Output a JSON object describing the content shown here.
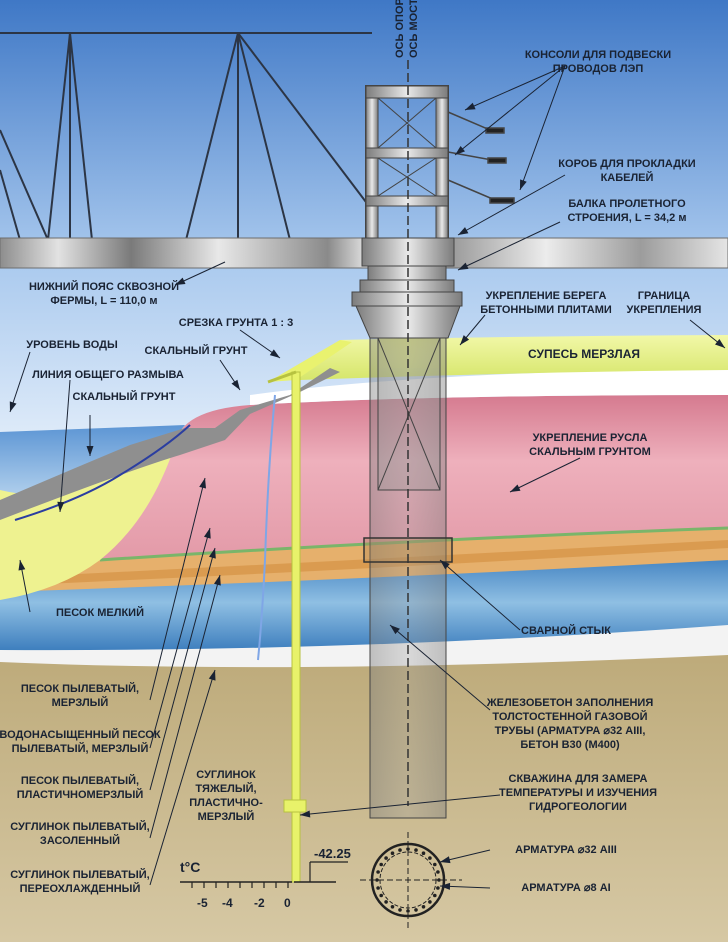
{
  "axis_labels": {
    "support_axis": "ОСЬ ОПОРЫ",
    "bridge_axis": "ОСЬ МОСТА"
  },
  "labels": {
    "consoles": [
      "КОНСОЛИ ДЛЯ ПОДВЕСКИ",
      "ПРОВОДОВ ЛЭП"
    ],
    "cable_box": [
      "КОРОБ ДЛЯ ПРОКЛАДКИ",
      "КАБЕЛЕЙ"
    ],
    "span_beam": [
      "БАЛКА ПРОЛЕТНОГО",
      "СТРОЕНИЯ, L = 34,2 м"
    ],
    "truss_chord": [
      "НИЖНИЙ ПОЯС СКВОЗНОЙ",
      "ФЕРМЫ, L = 110,0 м"
    ],
    "bank_protection": [
      "УКРЕПЛЕНИЕ БЕРЕГА",
      "БЕТОННЫМИ ПЛИТАМИ"
    ],
    "protection_border": [
      "ГРАНИЦА",
      "УКРЕПЛЕНИЯ"
    ],
    "soil_cut": "СРЕЗКА ГРУНТА 1 : 3",
    "water_level": "УРОВЕНЬ ВОДЫ",
    "rock_soil_1": "СКАЛЬНЫЙ ГРУНТ",
    "scour_line": "ЛИНИЯ ОБЩЕГО РАЗМЫВА",
    "rock_soil_2": "СКАЛЬНЫЙ ГРУНТ",
    "frozen_sandy_loam": "СУПЕСЬ МЕРЗЛАЯ",
    "channel_protection": [
      "УКРЕПЛЕНИЕ РУСЛА",
      "СКАЛЬНЫМ ГРУНТОМ"
    ],
    "fine_sand": "ПЕСОК МЕЛКИЙ",
    "welded_joint": "СВАРНОЙ СТЫК",
    "silty_frozen_sand": [
      "ПЕСОК ПЫЛЕВАТЫЙ,",
      "МЕРЗЛЫЙ"
    ],
    "saturated_sand": [
      "ВОДОНАСЫЩЕННЫЙ ПЕСОК",
      "ПЫЛЕВАТЫЙ, МЕРЗЛЫЙ"
    ],
    "plastic_frozen_sand": [
      "ПЕСОК ПЫЛЕВАТЫЙ,",
      "ПЛАСТИЧНОМЕРЗЛЫЙ"
    ],
    "saline_loam": [
      "СУГЛИНОК ПЫЛЕВАТЫЙ,",
      "ЗАСОЛЕННЫЙ"
    ],
    "supercooled_loam": [
      "СУГЛИНОК ПЫЛЕВАТЫЙ,",
      "ПЕРЕОХЛАЖДЕННЫЙ"
    ],
    "heavy_loam": [
      "СУГЛИНОК",
      "ТЯЖЕЛЫЙ,",
      "ПЛАСТИЧНО-",
      "МЕРЗЛЫЙ"
    ],
    "concrete_fill": [
      "ЖЕЛЕЗОБЕТОН ЗАПОЛНЕНИЯ",
      "ТОЛСТОСТЕННОЙ ГАЗОВОЙ",
      "ТРУБЫ (АРМАТУРА ⌀32 АIII,",
      "БЕТОН В30 (М400)"
    ],
    "borehole": [
      "СКВАЖИНА ДЛЯ ЗАМЕРА",
      "ТЕМПЕРАТУРЫ И ИЗУЧЕНИЯ",
      "ГИДРОГЕОЛОГИИ"
    ],
    "rebar_32": "АРМАТУРА ⌀32 АIII",
    "rebar_8": "АРМАТУРА ⌀8 АI"
  },
  "temperature_scale": {
    "unit": "t°C",
    "ticks": [
      "-5",
      "-4",
      "-2",
      "0"
    ],
    "reading": "-42.25"
  },
  "colors": {
    "sky": "#b9d3ee",
    "water": "#5d97d6",
    "frozen_sandy_loam": "#e4f08a",
    "rock_protection": "#e59aa8",
    "sand_orange": "#e6b06c",
    "fine_sand_blue": "#4f8fc7",
    "loam": "#c9b994",
    "rock": "#9a9a9a",
    "concrete": "#b5b5b5"
  }
}
